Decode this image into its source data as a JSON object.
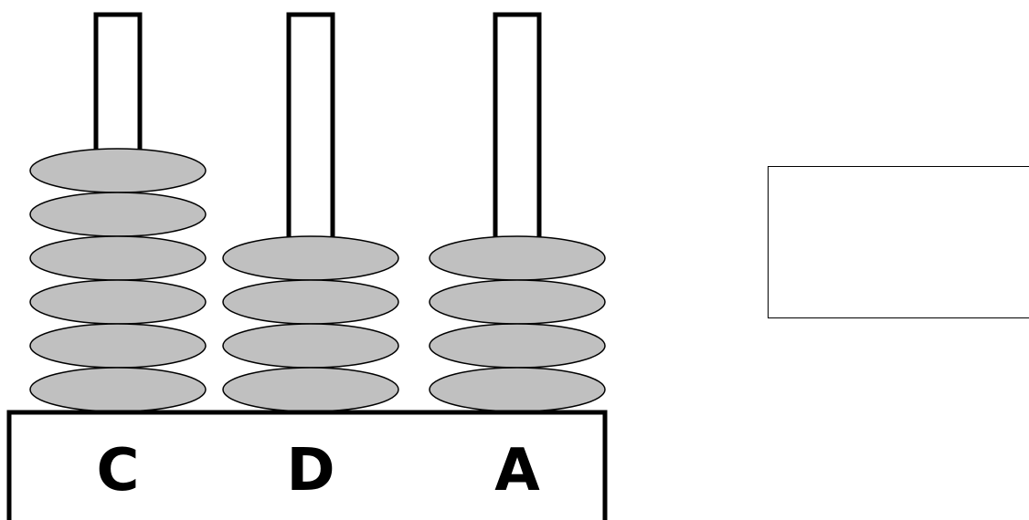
{
  "abacus": {
    "rods": [
      {
        "label": "C",
        "beads": 6
      },
      {
        "label": "D",
        "beads": 4
      },
      {
        "label": "A",
        "beads": 4
      }
    ],
    "bead_color": "#c0c0c0",
    "outline_color": "#000000"
  },
  "answer_box": {
    "value": ""
  }
}
